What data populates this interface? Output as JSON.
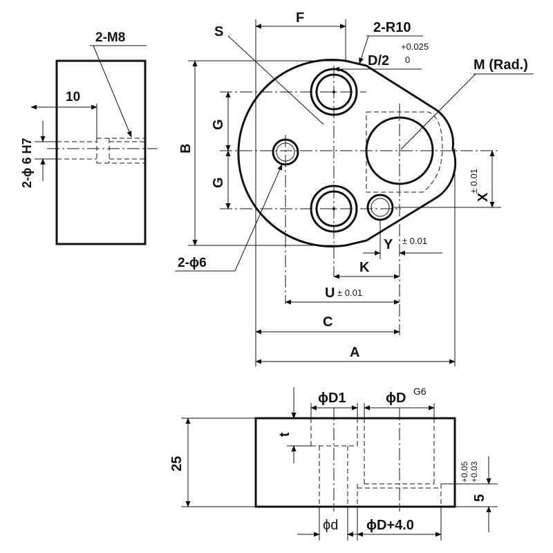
{
  "labels": {
    "m8": "2-M8",
    "ten": "10",
    "phi6h7": "2-ϕ 6 H7",
    "s": "S",
    "f": "F",
    "r10": "2-R10",
    "d2": "D/2",
    "tol_up": "+0.025",
    "tol_zero": "0",
    "m_rad": "M (Rad.)",
    "b": "B",
    "g1": "G",
    "g2": "G",
    "x": "X",
    "x_tol": "± 0.01",
    "y": "Y",
    "y_tol": "± 0.01",
    "k": "K",
    "u": "U",
    "u_tol": "± 0.01",
    "c": "C",
    "a": "A",
    "phi6": "2-ϕ6",
    "phiD1": "ϕD1",
    "phiD": "ϕD",
    "g6": "G6",
    "t": "t",
    "h25": "25",
    "tol_005": "+0.05",
    "tol_003": "+0.03",
    "five": "5",
    "phid": "ϕd",
    "phiD4": "ϕD+4.0"
  }
}
